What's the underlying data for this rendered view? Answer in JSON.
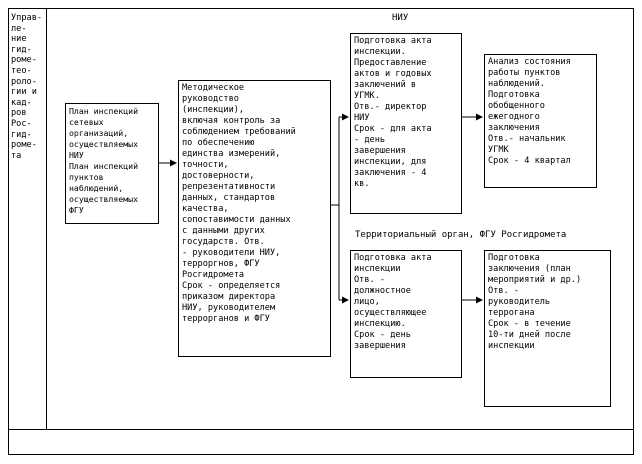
{
  "diagram": {
    "side_label": "Управ-\nле-\nние\nгид-\nроме-\nтео-\nроло-\nгии и\nкад-\nров\nРос-\nгид-\nроме-\nта",
    "niu_label": "НИУ",
    "territorial_label": "Территориальный орган, ФГУ Росгидромета",
    "plan_box": "План инспекций\nсетевых\nорганизаций,\nосуществляемых\nНИУ\nПлан инспекций\nпунктов\nнаблюдений,\nосуществляемых\nФГУ",
    "method_box": "Методическое\nруководство\n(инспекции),\nвключая контроль за\nсоблюдением требований\nпо обеспечению\nединства измерений,\nточности,\nдостоверности,\nрепрезентативности\nданных, стандартов\nкачества,\nсопоставимости данных\nс данными других\nгосударств. Отв.\n- руководители НИУ,\nтерроргнов, ФГУ\nРосгидромета\nСрок - определяется\nприказом директора\nНИУ, руководителем\nтеррорганов и ФГУ",
    "niu_act_box": "Подготовка акта\nинспекции.\nПредоставление\nактов и годовых\nзаключений в\nУГМК.\nОтв.- директор\nНИУ\nСрок - для акта\n- день\nзавершения\nинспекции, для\nзаключения - 4\nкв.",
    "niu_analysis_box": "Анализ состояния\nработы пунктов\nнаблюдений.\nПодготовка\nобобщенного\nежегодного\nзаключения\nОтв.- начальник\nУГМК\nСрок - 4 квартал",
    "terr_act_box": "Подготовка акта\nинспекции\nОтв. -\nдолжностное\nлицо,\nосуществляющее\nинспекцию.\nСрок - день\nзавершения",
    "terr_conclusion_box": "Подготовка\nзаключения (план\nмероприятий и др.)\nОтв. -\nруководитель\nтеррогана\nСрок - в течение\n10-ти дней после\nинспекции"
  }
}
